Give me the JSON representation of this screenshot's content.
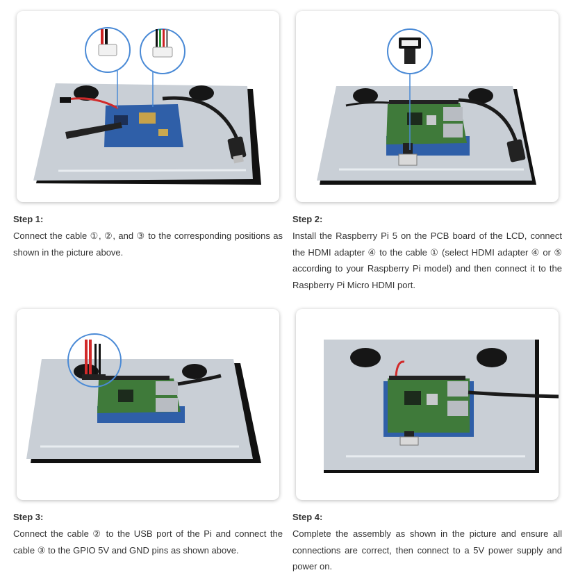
{
  "steps": [
    {
      "title": "Step 1:",
      "body": "Connect the cable ①, ②, and ③ to the corresponding positions as shown in the picture above.",
      "image_icon": "lcd-back-cable-connection-photo"
    },
    {
      "title": "Step 2:",
      "body": "Install the Raspberry Pi 5 on the PCB board of the LCD, connect the HDMI adapter ④ to the cable ① (select HDMI adapter ④ or ⑤ according to your Raspberry Pi model) and then connect it to the Raspberry Pi Micro HDMI port.",
      "image_icon": "raspberry-pi-hdmi-adapter-photo"
    },
    {
      "title": "Step 3:",
      "body": "Connect the cable ② to the USB port of the Pi and connect the cable ③ to the GPIO 5V and GND pins as shown above.",
      "image_icon": "gpio-power-pins-photo"
    },
    {
      "title": "Step 4:",
      "body": "Complete the assembly as shown in the picture and ensure all connections are correct, then connect to a 5V power supply and power on.",
      "image_icon": "completed-assembly-photo"
    }
  ],
  "colors": {
    "panel": "#c9cfd6",
    "panel_edge": "#111111",
    "pcb_blue": "#2f5fa8",
    "pcb_green": "#3f7a3a",
    "cable_black": "#1a1a1a",
    "callout_line": "#4a8ad6"
  }
}
